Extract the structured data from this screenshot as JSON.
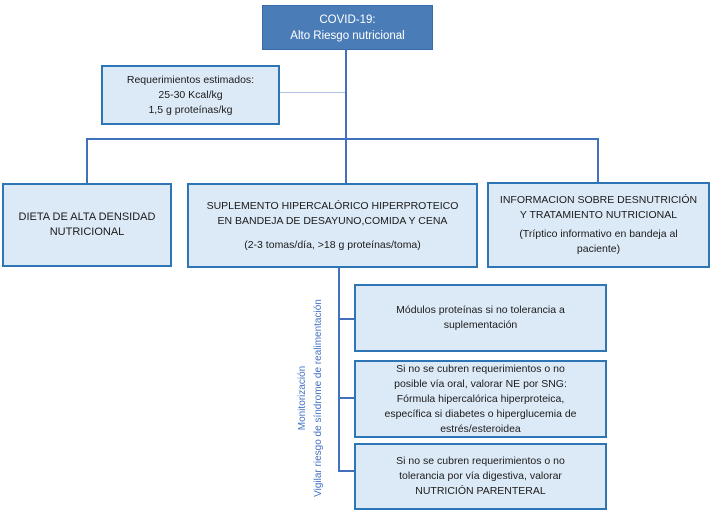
{
  "figure": {
    "type": "flowchart",
    "language": "es",
    "colors": {
      "root_fill": "#4A7CB8",
      "root_text": "#FFFFFF",
      "box_fill": "#DCE9F6",
      "box_border": "#2E75B6",
      "connector": "#4170BC",
      "thin_connector": "#AEC3E0",
      "side_label_text": "#4472C4",
      "body_text": "#1A1A1A"
    }
  },
  "nodes": {
    "root": {
      "lines": [
        "COVID-19:",
        "Alto Riesgo nutricional"
      ]
    },
    "requirements": {
      "lines": [
        "Requerimientos estimados:",
        "25-30 Kcal/kg",
        "1,5 g proteínas/kg"
      ]
    },
    "diet": {
      "lines": [
        "DIETA DE ALTA DENSIDAD",
        "NUTRICIONAL"
      ]
    },
    "supplement": {
      "title_lines": [
        "SUPLEMENTO HIPERCALÓRICO HIPERPROTEICO",
        "EN BANDEJA DE DESAYUNO,COMIDA Y CENA"
      ],
      "detail": "(2-3 tomas/día, >18 g proteínas/toma)"
    },
    "information": {
      "title_lines": [
        "INFORMACION SOBRE DESNUTRICIÓN",
        "Y TRATAMIENTO NUTRICIONAL"
      ],
      "detail_lines": [
        "(Tríptico informativo en bandeja al",
        "paciente)"
      ]
    },
    "protein_modules": {
      "lines": [
        "Módulos proteínas si no tolerancia a",
        "suplementación"
      ]
    },
    "enteral": {
      "lines": [
        "Si no se cubren requerimientos o no",
        "posible vía oral, valorar NE por SNG:",
        "Fórmula hipercalórica hiperproteica,",
        "específica si diabetes o hiperglucemia de",
        "estrés/esteroidea"
      ]
    },
    "parenteral": {
      "lines": [
        "Si no se cubren requerimientos o no",
        "tolerancia por vía digestiva, valorar",
        "NUTRICIÓN PARENTERAL"
      ]
    }
  },
  "side_label": {
    "lines": [
      "Monitorización",
      "Vigilar riesgo de síndrome de realimentación"
    ]
  }
}
